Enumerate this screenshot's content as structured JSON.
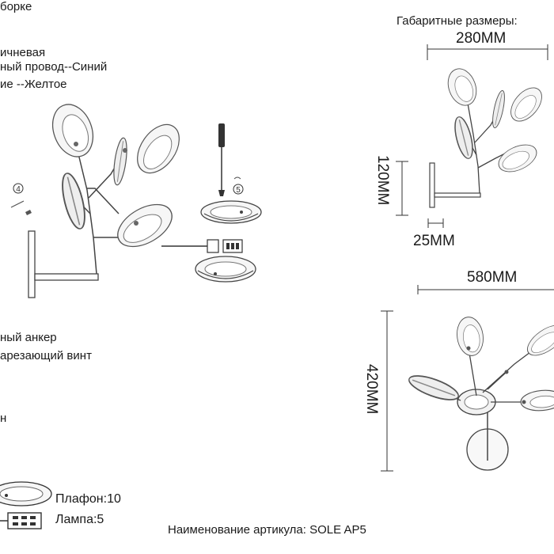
{
  "left_notes": {
    "line1": "борке",
    "line2": "ичневая",
    "line3": "ный провод--Синий",
    "line4": "ие --Желтое",
    "line5": "ный анкер",
    "line6": "арезающий винт",
    "line7": "н"
  },
  "callouts": {
    "anchor_marker": "4",
    "screw_marker": "5"
  },
  "dimensions": {
    "header": "Габаритные размеры:",
    "width_side": "280MM",
    "height_side": "120MM",
    "depth_side": "25MM",
    "width_front": "580MM",
    "height_front": "420MM"
  },
  "counts": {
    "shade": "Плафон:10",
    "lamp": "Лампа:5"
  },
  "footer": {
    "article": "Наименование артикула: SOLE AP5"
  }
}
